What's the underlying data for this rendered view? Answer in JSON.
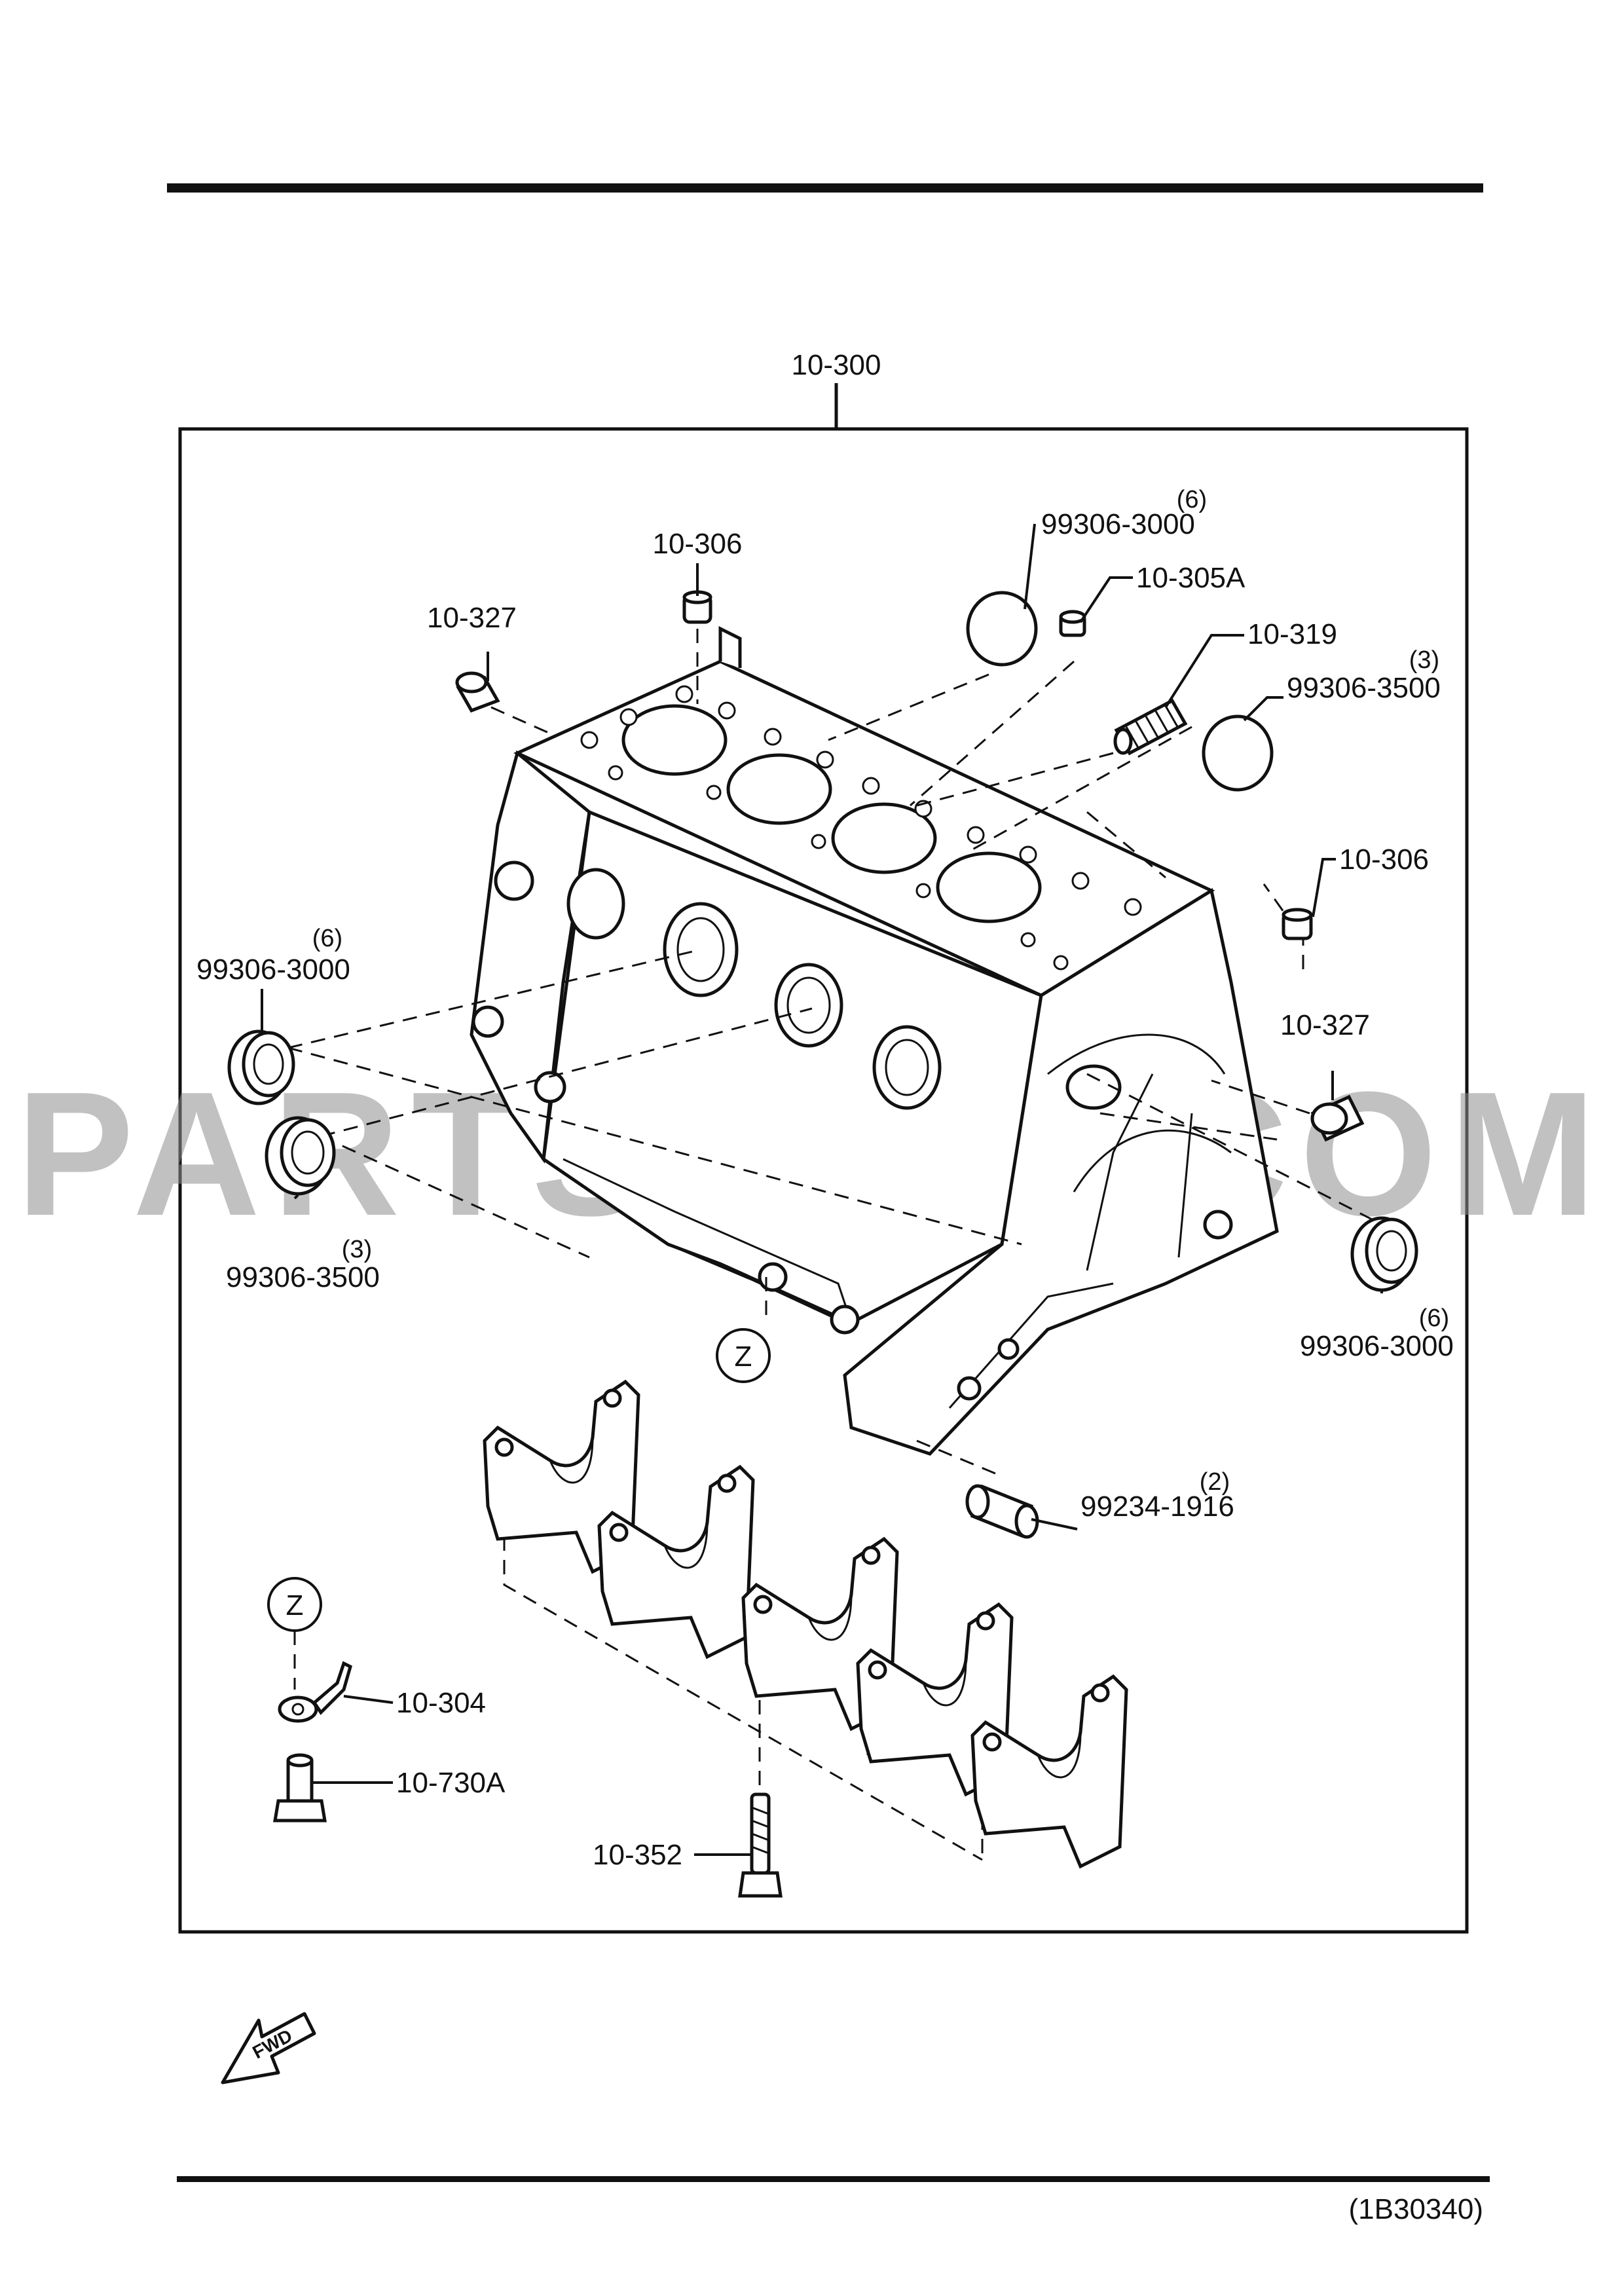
{
  "diagram": {
    "assembly_label": "10-300",
    "reference_code": "(1B30340)",
    "watermark": "PARTSOUQ.COM",
    "fwd_label": "FWD",
    "detail_marker": "Z",
    "callouts": [
      {
        "id": "c1",
        "part": "10-306",
        "qty": ""
      },
      {
        "id": "c2",
        "part": "99306-3000",
        "qty": "(6)"
      },
      {
        "id": "c3",
        "part": "10-305A",
        "qty": ""
      },
      {
        "id": "c4",
        "part": "10-327",
        "qty": ""
      },
      {
        "id": "c5",
        "part": "10-319",
        "qty": ""
      },
      {
        "id": "c6",
        "part": "99306-3500",
        "qty": "(3)"
      },
      {
        "id": "c7",
        "part": "10-306",
        "qty": ""
      },
      {
        "id": "c8",
        "part": "99306-3000",
        "qty": "(6)"
      },
      {
        "id": "c9",
        "part": "10-327",
        "qty": ""
      },
      {
        "id": "c10",
        "part": "99306-3500",
        "qty": "(3)"
      },
      {
        "id": "c11",
        "part": "99306-3000",
        "qty": "(6)"
      },
      {
        "id": "c12",
        "part": "99234-1916",
        "qty": "(2)"
      },
      {
        "id": "c13",
        "part": "10-304",
        "qty": ""
      },
      {
        "id": "c14",
        "part": "10-730A",
        "qty": ""
      },
      {
        "id": "c15",
        "part": "10-352",
        "qty": ""
      }
    ]
  }
}
